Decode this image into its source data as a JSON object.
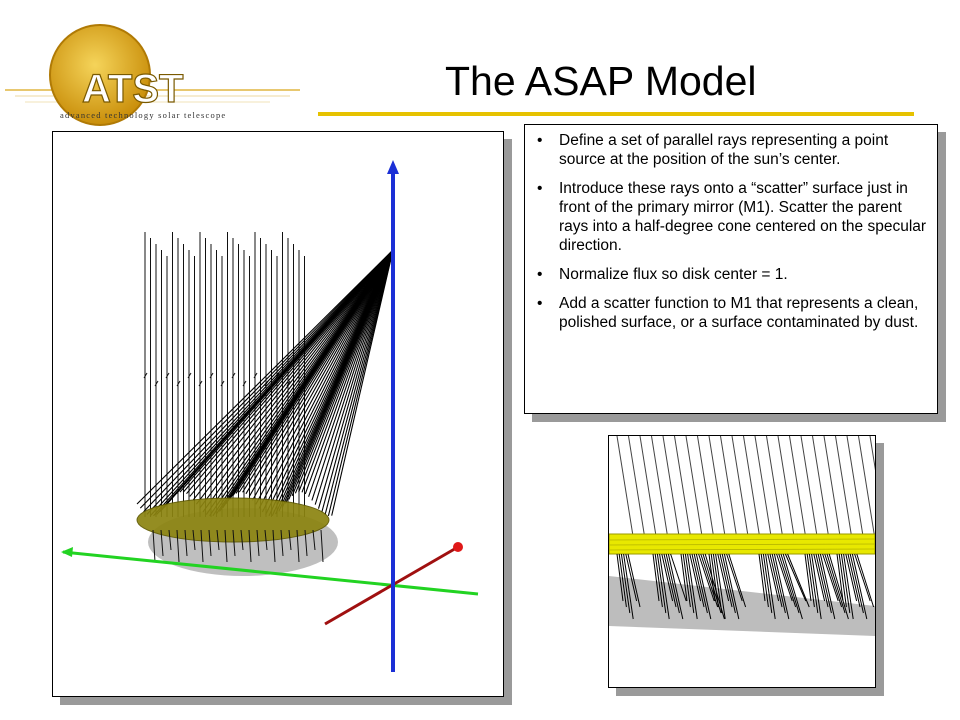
{
  "slide": {
    "title": "The ASAP Model",
    "logo": {
      "wordmark": "ATST",
      "tagline": "advanced technology solar telescope"
    },
    "bullet_glyph": "•",
    "bullets": [
      "Define a set of parallel rays representing a point source at the position of the sun’s center.",
      "Introduce these rays onto a “scatter” surface just in front of the primary mirror (M1). Scatter the parent rays into a half-degree cone centered on the specular direction.",
      "Normalize flux so disk center = 1.",
      "Add a scatter function to M1 that represents a clean, polished surface, or a surface contaminated by dust."
    ]
  },
  "colors": {
    "title_rule": "#e6c200",
    "logo_gold": "#d9a515",
    "axis_blue": "#1b2fd6",
    "axis_green": "#22d322",
    "axis_red": "#a01010",
    "mirror_olive": "#8c8410",
    "scatter_yellow": "#e8e800",
    "shadow_gray": "#9a9a9a"
  }
}
